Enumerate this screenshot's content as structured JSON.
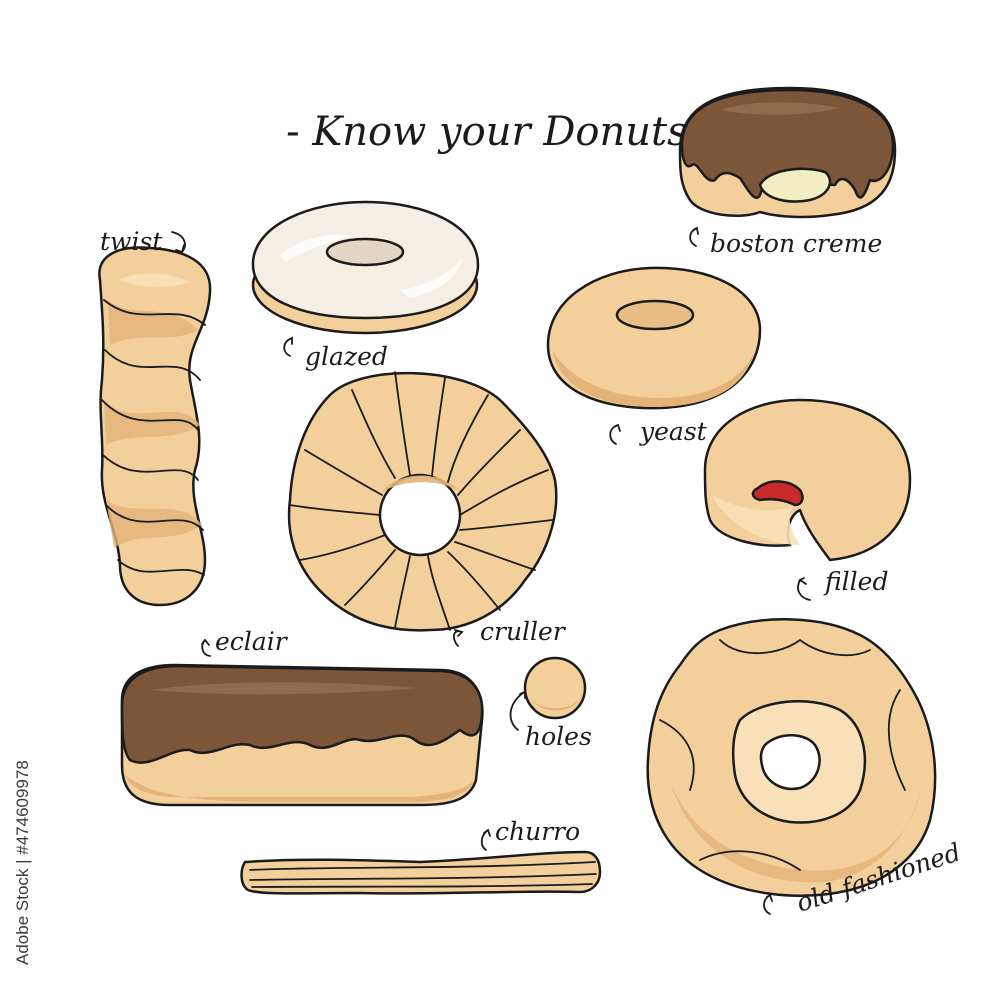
{
  "title": "- Know your Donuts -",
  "labels": {
    "twist": "twist",
    "glazed": "glazed",
    "boston_creme": "boston creme",
    "yeast": "yeast",
    "cruller": "cruller",
    "filled": "filled",
    "eclair": "eclair",
    "holes": "holes",
    "churro": "churro",
    "old_fashioned": "old-fashioned"
  },
  "stock_id": "Adobe Stock | #474609978",
  "colors": {
    "dough": "#f3cf9b",
    "dough_light": "#f8e0b8",
    "dough_shadow": "#e3b37a",
    "chocolate": "#7b5638",
    "glaze": "#f5eee4",
    "jam": "#c72a2a",
    "creme": "#f1efc2",
    "outline": "#1b1b1b"
  }
}
